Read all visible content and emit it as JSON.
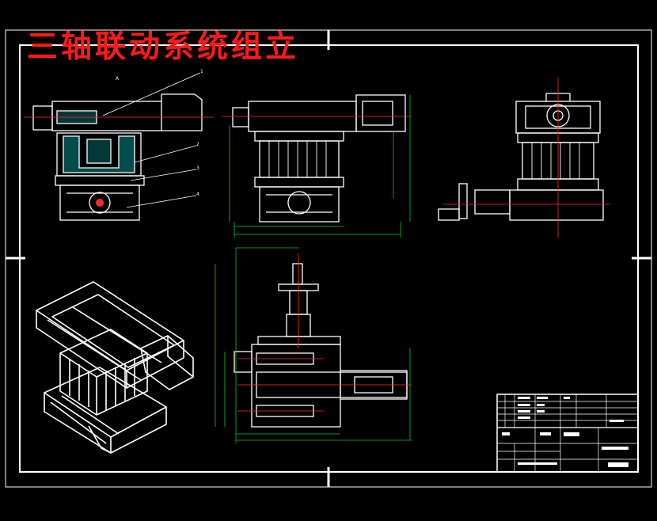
{
  "drawing": {
    "title": "三轴联动系统组立",
    "colors": {
      "background": "#000000",
      "lines": "#ffffff",
      "centerline": "#ff2a2a",
      "dimension": "#00cc33",
      "title": "#ff1a1a"
    },
    "leader_labels": [
      "1",
      "2",
      "3",
      "4"
    ],
    "view_names": [
      "side-view",
      "front-view",
      "right-view",
      "top-view",
      "isometric-view",
      "title-block"
    ]
  }
}
